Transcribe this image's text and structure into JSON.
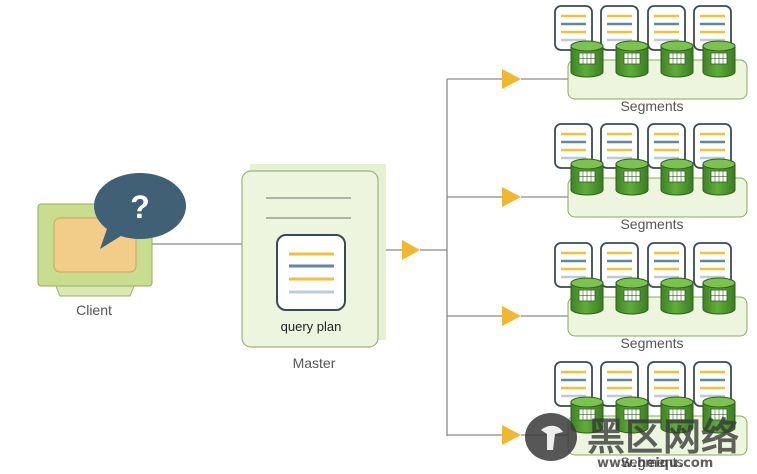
{
  "client": {
    "label": "Client",
    "bubble_text": "?",
    "icon": "monitor-with-question-bubble-icon"
  },
  "master": {
    "label": "Master",
    "query_plan_label": "query plan",
    "icon": "query-plan-document-icon"
  },
  "segment_groups": [
    {
      "label": "Segments"
    },
    {
      "label": "Segments"
    },
    {
      "label": "Segments"
    },
    {
      "label": "Segments"
    }
  ],
  "watermark": {
    "chinese": "黑区网络",
    "url": "www.heiqu.com"
  },
  "colors": {
    "monitor_frame": "#c9dd8f",
    "monitor_screen": "#f2cd8a",
    "bubble": "#3f6075",
    "panel_bg": "#eef5de",
    "panel_stroke": "#8aa85a",
    "disk_green": "#4f9a2d",
    "arrow_yellow": "#f2b731",
    "line_yellow": "#efc23a",
    "line_blue": "#5f88a6",
    "line_grey": "#a9c0cf",
    "line_lightyellow": "#f6dc8f",
    "connector": "#888888"
  }
}
